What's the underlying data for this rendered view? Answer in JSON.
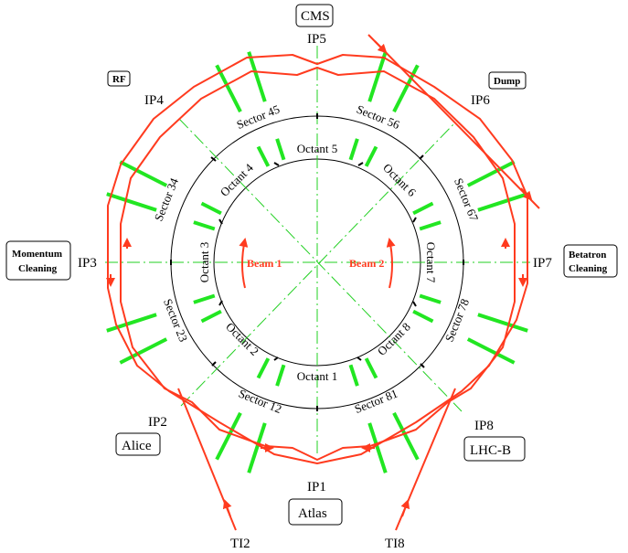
{
  "colors": {
    "beam": "#ff3b1f",
    "magnet": "#22e622",
    "axis": "#22d022",
    "ring": "#000000",
    "label_box": "#000000"
  },
  "interaction_points": [
    {
      "id": "IP1",
      "label": "IP1"
    },
    {
      "id": "IP2",
      "label": "IP2"
    },
    {
      "id": "IP3",
      "label": "IP3"
    },
    {
      "id": "IP4",
      "label": "IP4"
    },
    {
      "id": "IP5",
      "label": "IP5"
    },
    {
      "id": "IP6",
      "label": "IP6"
    },
    {
      "id": "IP7",
      "label": "IP7"
    },
    {
      "id": "IP8",
      "label": "IP8"
    }
  ],
  "boxed_labels": {
    "cms": "CMS",
    "rf": "RF",
    "dump": "Dump",
    "momentum_1": "Momentum",
    "momentum_2": "Cleaning",
    "betatron_1": "Betatron",
    "betatron_2": "Cleaning",
    "alice": "Alice",
    "lhcb": "LHC-B",
    "atlas": "Atlas"
  },
  "sectors": [
    "Sector 12",
    "Sector 23",
    "Sector 34",
    "Sector 45",
    "Sector 56",
    "Sector 67",
    "Sector 78",
    "Sector 81"
  ],
  "octants": [
    "Octant 1",
    "Octant 2",
    "Octant 3",
    "Octant 4",
    "Octant 5",
    "Octant 6",
    "Octant 7",
    "Octant 8"
  ],
  "beams": {
    "beam1": "Beam 1",
    "beam2": "Beam 2"
  },
  "transfer_lines": {
    "ti2": "TI2",
    "ti8": "TI8"
  }
}
